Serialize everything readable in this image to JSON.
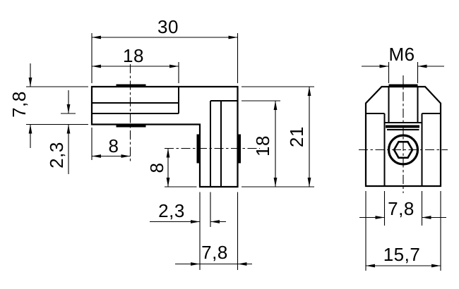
{
  "drawing": {
    "background": "#ffffff",
    "line_color": "#000000",
    "side_view": {
      "dim_overall_width": "30",
      "dim_arm_slot_length": "18",
      "dim_arm_height": "7,8",
      "dim_arm_wall": "2,3",
      "dim_screw_offset_horizontal": "8",
      "dim_screw_offset_vertical": "8",
      "dim_leg_slot_length": "18",
      "dim_overall_height": "21",
      "dim_leg_wall": "2,3",
      "dim_leg_width": "7,8"
    },
    "front_view": {
      "thread_label": "M6",
      "dim_center_width": "7,8",
      "dim_overall_width": "15,7"
    }
  }
}
